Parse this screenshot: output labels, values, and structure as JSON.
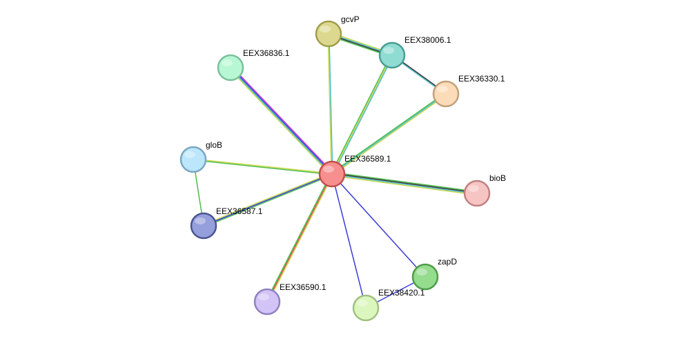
{
  "nodes": [
    {
      "id": "EEX36589.1",
      "label": "EEX36589.1",
      "fill": "#f78f8f",
      "stroke": "#c0504d"
    },
    {
      "id": "gcvP",
      "label": "gcvP",
      "fill": "#dcd98f",
      "stroke": "#a09c4a"
    },
    {
      "id": "EEX38006.1",
      "label": "EEX38006.1",
      "fill": "#8fdcd2",
      "stroke": "#4a9c92"
    },
    {
      "id": "EEX36330.1",
      "label": "EEX36330.1",
      "fill": "#fcdcb8",
      "stroke": "#c0a07a"
    },
    {
      "id": "EEX36836.1",
      "label": "EEX36836.1",
      "fill": "#b8f7d4",
      "stroke": "#7ac09a"
    },
    {
      "id": "gloB",
      "label": "gloB",
      "fill": "#bce6fb",
      "stroke": "#7aa6c0"
    },
    {
      "id": "bioB",
      "label": "bioB",
      "fill": "#f7c4c4",
      "stroke": "#c08080"
    },
    {
      "id": "EEX36587.1",
      "label": "EEX36587.1",
      "fill": "#959fdb",
      "stroke": "#4a5490"
    },
    {
      "id": "zapD",
      "label": "zapD",
      "fill": "#95dc8f",
      "stroke": "#4e9c48"
    },
    {
      "id": "EEX36590.1",
      "label": "EEX36590.1",
      "fill": "#d3c4f7",
      "stroke": "#9080c0"
    },
    {
      "id": "EEX38420.1",
      "label": "EEX38420.1",
      "fill": "#dcf7be",
      "stroke": "#a0c080"
    }
  ],
  "edges": [
    {
      "source": "EEX36589.1",
      "target": "gcvP",
      "colors": [
        "#c8d94a",
        "#4abcc8"
      ]
    },
    {
      "source": "EEX36589.1",
      "target": "EEX38006.1",
      "colors": [
        "#4abc4a",
        "#c8d94a",
        "#4abcc8"
      ]
    },
    {
      "source": "EEX36589.1",
      "target": "EEX36330.1",
      "colors": [
        "#4abc4a",
        "#4abcc8",
        "#c8d94a"
      ]
    },
    {
      "source": "EEX36589.1",
      "target": "EEX36836.1",
      "colors": [
        "#c8d94a",
        "#4abcc8",
        "#3a3ad9",
        "#c83ac8"
      ]
    },
    {
      "source": "EEX36589.1",
      "target": "gloB",
      "colors": [
        "#4abc4a",
        "#c8d94a"
      ]
    },
    {
      "source": "EEX36589.1",
      "target": "bioB",
      "colors": [
        "#4abc4a",
        "#333333",
        "#4abcc8",
        "#c8d94a"
      ]
    },
    {
      "source": "EEX36589.1",
      "target": "EEX36587.1",
      "colors": [
        "#4abc4a",
        "#3a3ad9",
        "#c8d94a"
      ]
    },
    {
      "source": "EEX36589.1",
      "target": "zapD",
      "colors": [
        "#3a3ad9"
      ]
    },
    {
      "source": "EEX36589.1",
      "target": "EEX36590.1",
      "colors": [
        "#c8d94a",
        "#d94a4a",
        "#4abc4a"
      ]
    },
    {
      "source": "EEX36589.1",
      "target": "EEX38420.1",
      "colors": [
        "#3a3ad9"
      ]
    },
    {
      "source": "gcvP",
      "target": "EEX38006.1",
      "colors": [
        "#c8d94a",
        "#4abcc8",
        "#333333",
        "#4abc4a"
      ]
    },
    {
      "source": "EEX38006.1",
      "target": "EEX36330.1",
      "colors": [
        "#333333",
        "#4abcc8"
      ]
    },
    {
      "source": "gloB",
      "target": "EEX36587.1",
      "colors": [
        "#4abc4a"
      ]
    },
    {
      "source": "zapD",
      "target": "EEX38420.1",
      "colors": [
        "#3a3ad9"
      ]
    }
  ]
}
